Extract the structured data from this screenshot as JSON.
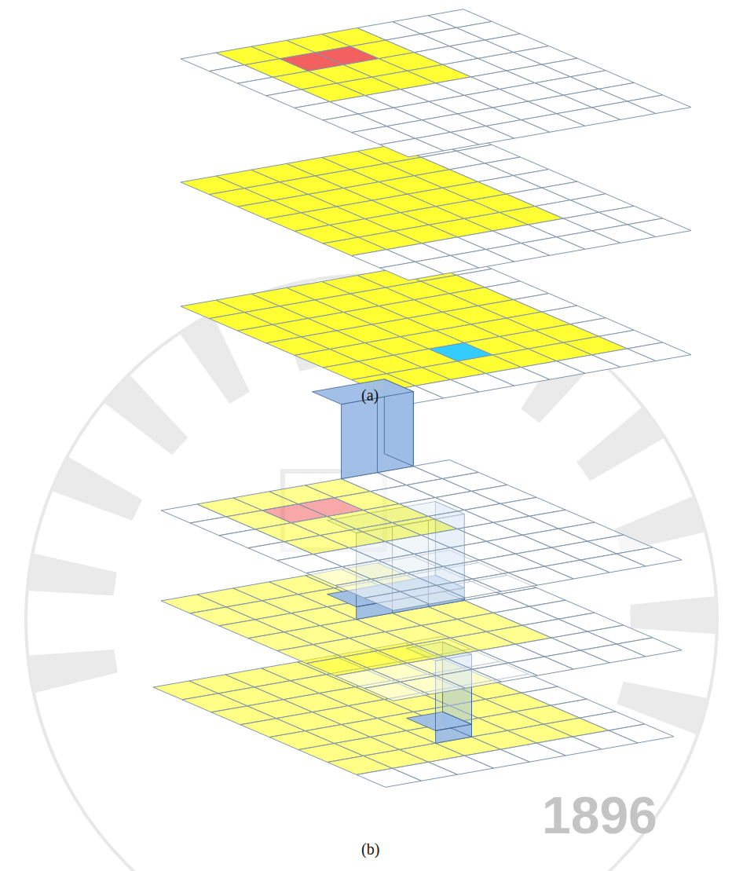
{
  "diagram": {
    "labels": [
      "(a)",
      "(b)",
      "1896"
    ]
  }
}
